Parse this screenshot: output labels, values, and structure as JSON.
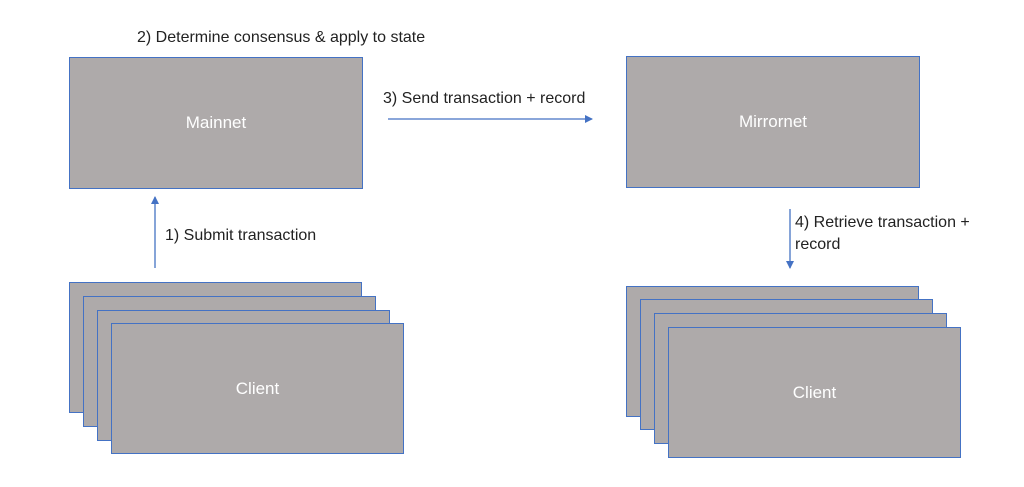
{
  "diagram": {
    "nodes": {
      "mainnet": {
        "label": "Mainnet"
      },
      "mirrornet": {
        "label": "Mirrornet"
      },
      "client_left": {
        "label": "Client"
      },
      "client_right": {
        "label": "Client"
      }
    },
    "steps": {
      "determine_consensus": "2) Determine consensus & apply to state",
      "send_transaction": "3) Send transaction + record",
      "submit_transaction": "1) Submit transaction",
      "retrieve_transaction_line1": "4) Retrieve transaction +",
      "retrieve_transaction_line2": "record"
    },
    "colors": {
      "box_fill": "#aeaaaa",
      "box_border": "#4472c4",
      "arrow": "#4472c4",
      "label_text": "#ffffff",
      "caption_text": "#222222"
    }
  }
}
